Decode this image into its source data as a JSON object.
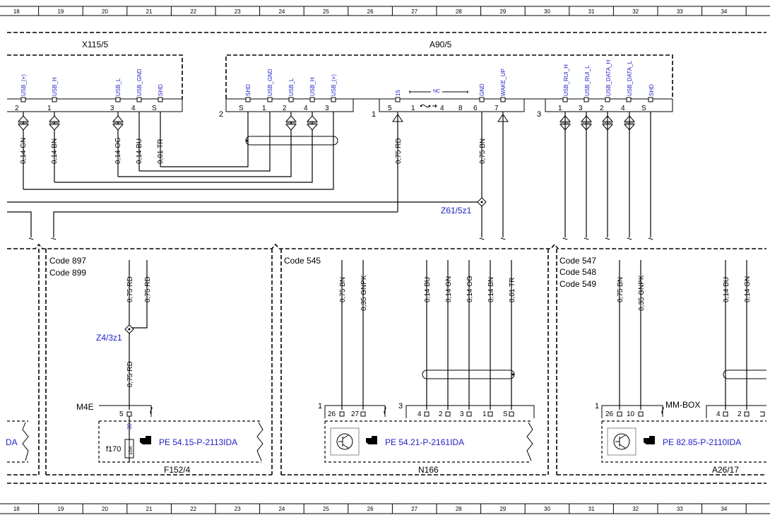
{
  "grid": {
    "columns": [
      "18",
      "19",
      "20",
      "21",
      "22",
      "23",
      "24",
      "25",
      "26",
      "27",
      "28",
      "29",
      "30",
      "31",
      "32",
      "33",
      "34"
    ]
  },
  "components": {
    "x115_5": {
      "title": "X115/5",
      "pins": [
        {
          "name": "USB_(+)",
          "num": "2",
          "wire": "0,14 GN",
          "arrow": "bi"
        },
        {
          "name": "USB_H",
          "num": "1",
          "wire": "0,14 BN",
          "arrow": "bi"
        },
        {
          "name": "USB_L",
          "num": "3",
          "wire": "0,14 OG",
          "arrow": "bi"
        },
        {
          "name": "USB_GND",
          "num": "4",
          "wire": "0,14 BU",
          "arrow": "none"
        },
        {
          "name": "SHD",
          "num": "S",
          "wire": "0,01 TR",
          "arrow": "none"
        }
      ]
    },
    "a90_5": {
      "title": "A90/5",
      "group2_num": "2",
      "group1_num": "1",
      "group3_num": "3",
      "group2_pins": [
        {
          "name": "SHD",
          "num": "S",
          "arrow": "none"
        },
        {
          "name": "USB_GND",
          "num": "1",
          "arrow": "none"
        },
        {
          "name": "USB_L",
          "num": "2",
          "arrow": "bi"
        },
        {
          "name": "USB_H",
          "num": "4",
          "arrow": "bi"
        },
        {
          "name": "USB_(+)",
          "num": "3",
          "arrow": "none"
        }
      ],
      "group1_pins": [
        {
          "name": "15",
          "num": "5",
          "wire": "0,75 RD",
          "arrow": "up"
        },
        {
          "name": "",
          "num": "1",
          "arrow": "none"
        },
        {
          "name": "",
          "num": "4",
          "arrow": "none"
        },
        {
          "name": "",
          "num": "8",
          "arrow": "none"
        },
        {
          "name": "GND",
          "num": "6",
          "wire": "0,75 BN",
          "arrow": "none"
        },
        {
          "name": "WAKE_UP",
          "num": "7",
          "arrow": "up"
        }
      ],
      "nc_label": "NC",
      "group3_pins": [
        {
          "name": "USB_RUI_H",
          "num": "1",
          "arrow": "bi"
        },
        {
          "name": "USB_RUI_L",
          "num": "3",
          "arrow": "bi"
        },
        {
          "name": "USB_DATA_H",
          "num": "2",
          "arrow": "bi"
        },
        {
          "name": "USB_DATA_L",
          "num": "4",
          "arrow": "bi"
        },
        {
          "name": "SHD",
          "num": "S",
          "arrow": "none"
        }
      ]
    },
    "splice_z61": "Z61/5z1",
    "f152_4": {
      "codes": [
        "Code 897",
        "Code 899"
      ],
      "wires": [
        "0,75 RD",
        "0,75 RD"
      ],
      "splice": "Z4/3z1",
      "lower_wire": "0,75 RD",
      "connector": "M4E",
      "pin_num": "5",
      "pin_name": "30",
      "fuse": "f170",
      "fuse_rating": "10A",
      "ref": "PE 54.15-P-2113IDA",
      "label": "F152/4"
    },
    "n166": {
      "code": "Code 545",
      "group1_num": "1",
      "group3_num": "3",
      "wires_left": [
        "0,75 BN",
        "0,35 GNPK"
      ],
      "pins_left": [
        "26",
        "27"
      ],
      "wires_right": [
        "0,14 BU",
        "0,14 GN",
        "0,14 OG",
        "0,14 BN",
        "0,01 TR"
      ],
      "pins_right": [
        "4",
        "2",
        "3",
        "1",
        "S"
      ],
      "ref": "PE 54.21-P-2161IDA",
      "label": "N166"
    },
    "a26_17": {
      "codes": [
        "Code 547",
        "Code 548",
        "Code 549"
      ],
      "group1_num": "1",
      "wires_left": [
        "0,75 BN",
        "0,35 GNPK"
      ],
      "pins_left": [
        "26",
        "10"
      ],
      "connector": "MM-BOX",
      "wires_right": [
        "0,14 BU",
        "0,14 GN"
      ],
      "pins_right": [
        "4",
        "2"
      ],
      "ref": "PE 82.85-P-2110IDA",
      "label": "A26/17"
    },
    "left_ref_fragment": "DA"
  }
}
